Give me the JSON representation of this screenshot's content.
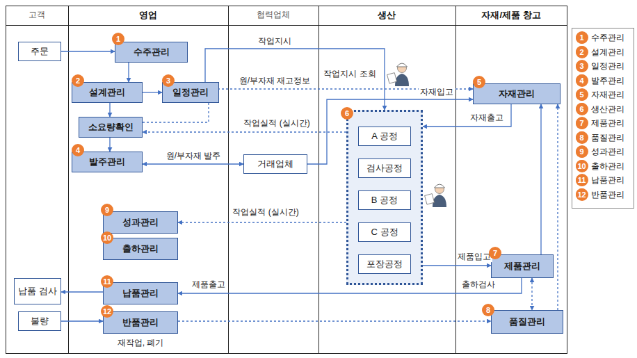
{
  "diagram": {
    "nodes": [
      {
        "text": [
          "주문"
        ]
      },
      {
        "text": [
          "수주관리"
        ]
      },
      {
        "text": [
          "설계관리"
        ]
      },
      {
        "text": [
          "일정관리"
        ]
      },
      {
        "text": [
          "소요량확인"
        ]
      },
      {
        "text": [
          "발주관리"
        ]
      },
      {
        "text": [
          "거래업체"
        ]
      },
      {
        "text": [
          "자재관리"
        ]
      },
      {
        "text": []
      },
      {
        "text": [
          "A 공정"
        ],
        "in": 8
      },
      {
        "text": [
          "검사공정"
        ],
        "in": 8
      },
      {
        "text": [
          "B 공정"
        ],
        "in": 8
      },
      {
        "text": [
          "C 공정"
        ],
        "in": 8
      },
      {
        "text": [
          "포장공정"
        ],
        "in": 8
      },
      {
        "text": [
          "성과관리"
        ]
      },
      {
        "text": [
          "출하관리"
        ]
      },
      {
        "text": [
          "제품관리"
        ]
      },
      {
        "text": [
          "납품 검사"
        ]
      },
      {
        "text": [
          "납품관리"
        ]
      },
      {
        "text": [
          "불량"
        ]
      },
      {
        "text": [
          "반품관리"
        ]
      },
      {
        "text": [
          "품질관리"
        ]
      }
    ],
    "edges": [
      {
        "from": 0,
        "to": 1,
        "arrow": "to"
      },
      {
        "from": 1,
        "to": 2,
        "arrow": "to"
      },
      {
        "from": 2,
        "to": 3,
        "arrow": "to"
      },
      {
        "from": 3,
        "to": 8,
        "label": "작업지시",
        "arrow": "to"
      },
      {
        "from": 2,
        "to": 4,
        "arrow": "to"
      },
      {
        "from": 4,
        "to": 7,
        "label": "원/부자재 재고정보",
        "arrow": "to"
      },
      {
        "from": 8,
        "to": 4,
        "label": "작업실적 (실시간)",
        "arrow": "to"
      },
      {
        "from": 4,
        "to": 5,
        "arrow": "to"
      },
      {
        "from": 5,
        "to": 6,
        "label": "원/부자재 발주",
        "arrow": "both"
      },
      {
        "from": 6,
        "to": 7,
        "label": "자재입고",
        "arrow": "to"
      },
      {
        "from": 7,
        "to": 8,
        "label": "자재출고",
        "arrow": "to"
      },
      {
        "from": 9,
        "to": 10,
        "arrow": "none"
      },
      {
        "from": 10,
        "to": 11,
        "arrow": "none"
      },
      {
        "from": 11,
        "to": 12,
        "arrow": "none"
      },
      {
        "from": 12,
        "to": 13,
        "arrow": "to"
      },
      {
        "from": 8,
        "to": 14,
        "label": "작업실적 (실시간)",
        "arrow": "to"
      },
      {
        "from": 13,
        "to": 16,
        "label": "제품입고",
        "arrow": "to"
      },
      {
        "from": 16,
        "to": 18,
        "label": "제품출고",
        "arrow": "to"
      },
      {
        "from": 18,
        "to": 17,
        "arrow": "to"
      },
      {
        "from": 19,
        "to": 20,
        "arrow": "to"
      },
      {
        "from": 20,
        "to": 21,
        "arrow": "to"
      },
      {
        "from": 16,
        "to": 21,
        "arrow": "both"
      },
      {
        "from": 16,
        "to": 7,
        "arrow": "to"
      },
      {
        "from": 21,
        "to": 7,
        "arrow": "to"
      }
    ],
    "labels": [
      "고객",
      "영업",
      "협력업체",
      "생산",
      "자재/제품 창고",
      "1",
      "2",
      "3",
      "4",
      "5",
      "6",
      "7",
      "8",
      "9",
      "10",
      "11",
      "12",
      "작업지시 조회",
      "출하검사",
      "재작업, 폐기",
      "1",
      "2",
      "3",
      "4",
      "5",
      "6",
      "7",
      "8",
      "9",
      "10",
      "11",
      "12"
    ],
    "legend": [
      {
        "text": "수주관리",
        "color": "#ed7d31"
      },
      {
        "text": "설계관리",
        "color": "#ed7d31"
      },
      {
        "text": "일정관리",
        "color": "#ed7d31"
      },
      {
        "text": "발주관리",
        "color": "#ed7d31"
      },
      {
        "text": "자재관리",
        "color": "#ed7d31"
      },
      {
        "text": "생산관리",
        "color": "#ed7d31"
      },
      {
        "text": "제품관리",
        "color": "#ed7d31"
      },
      {
        "text": "품질관리",
        "color": "#ed7d31"
      },
      {
        "text": "성과관리",
        "color": "#ed7d31"
      },
      {
        "text": "출하관리",
        "color": "#ed7d31"
      },
      {
        "text": "납품관리",
        "color": "#ed7d31"
      },
      {
        "text": "반품관리",
        "color": "#ed7d31"
      }
    ]
  }
}
